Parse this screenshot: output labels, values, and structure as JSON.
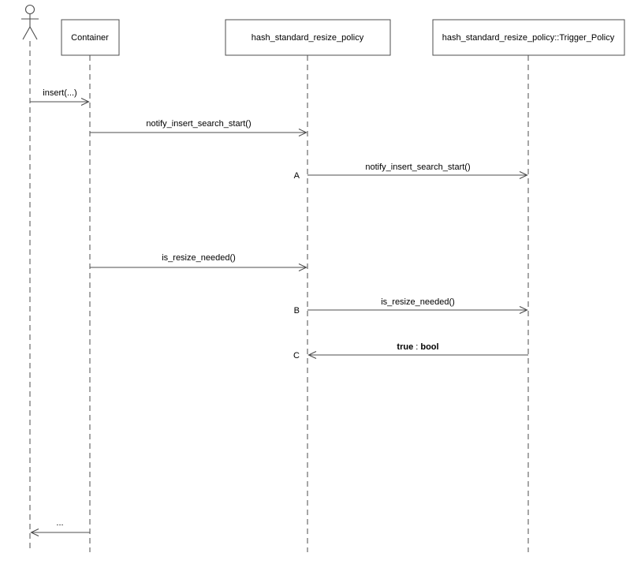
{
  "diagram": {
    "type": "uml-sequence-diagram",
    "participants": {
      "actor": {
        "label": ""
      },
      "container": {
        "label": "Container"
      },
      "policy": {
        "label": "hash_standard_resize_policy"
      },
      "trigger": {
        "label": "hash_standard_resize_policy::Trigger_Policy"
      }
    },
    "messages": {
      "insert": {
        "label": "insert(...)"
      },
      "notify1": {
        "label": "notify_insert_search_start()"
      },
      "notify2": {
        "marker": "A",
        "label": "notify_insert_search_start()"
      },
      "resize1": {
        "label": "is_resize_needed()"
      },
      "resize2": {
        "marker": "B",
        "label": "is_resize_needed()"
      },
      "return_bool": {
        "marker": "C",
        "value": "true",
        "separator": " : ",
        "type": "bool"
      },
      "return_final": {
        "label": "..."
      }
    },
    "colors": {
      "line": "#4d4d4d",
      "text": "#000000",
      "background": "#ffffff"
    }
  }
}
